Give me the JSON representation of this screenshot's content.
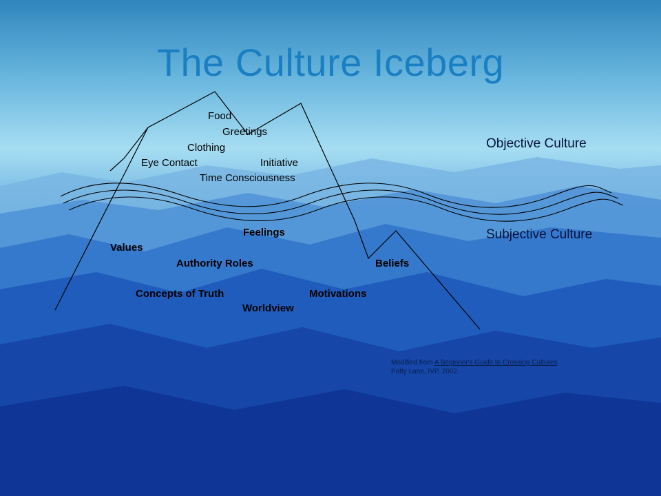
{
  "title": "The Culture Iceberg",
  "objective": {
    "label": "Objective Culture",
    "items": [
      "Food",
      "Greetings",
      "Clothing",
      "Eye Contact",
      "Initiative",
      "Time Consciousness"
    ]
  },
  "subjective": {
    "label": "Subjective Culture",
    "items": [
      "Feelings",
      "Values",
      "Authority Roles",
      "Beliefs",
      "Concepts of Truth",
      "Motivations",
      "Worldview"
    ]
  },
  "credit": {
    "prefix": "Modified from",
    "book": "A Beginner's Guide to Crossing Cultures",
    "line2": "Patty Lane, IVP, 2002."
  },
  "colors": {
    "title": "#1a7fc2",
    "sky_top": "#2f86bd",
    "sky_mid": "#8fd0ec",
    "mountains_deep": "#0d2a90"
  }
}
